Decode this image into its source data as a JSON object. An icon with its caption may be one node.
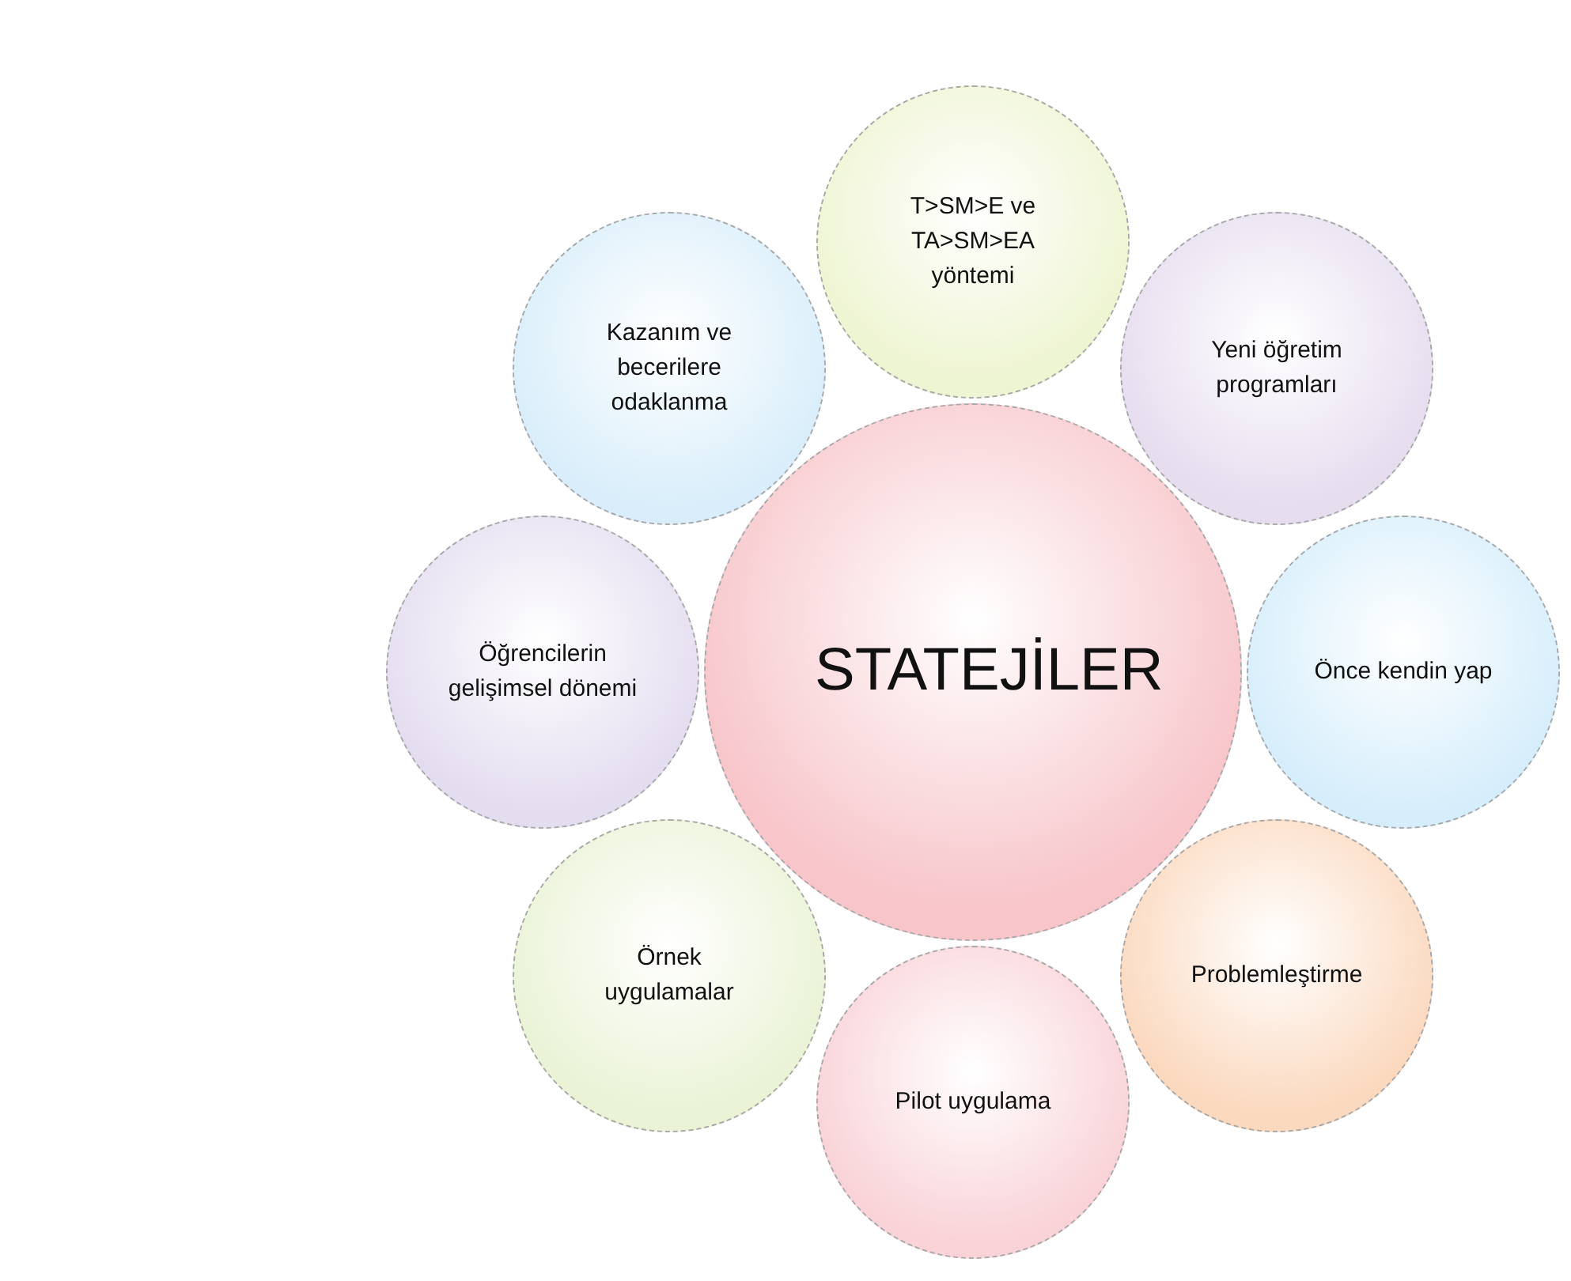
{
  "diagram": {
    "nodes": [
      {
        "text": [
          "STATEJİLER"
        ]
      },
      {
        "text": [
          "T>SM>E ve TA>SM>EA yöntemi"
        ]
      },
      {
        "text": [
          "Kazanım ve becerilere odaklanma"
        ]
      },
      {
        "text": [
          "Yeni öğretim programları"
        ]
      },
      {
        "text": [
          "Öğrencilerin gelişimsel dönemi"
        ]
      },
      {
        "text": [
          "Önce kendin yap"
        ]
      },
      {
        "text": [
          "Örnek uygulamalar"
        ]
      },
      {
        "text": [
          "Problemleştirme"
        ]
      },
      {
        "text": [
          "Pilot uygulama"
        ]
      }
    ]
  }
}
